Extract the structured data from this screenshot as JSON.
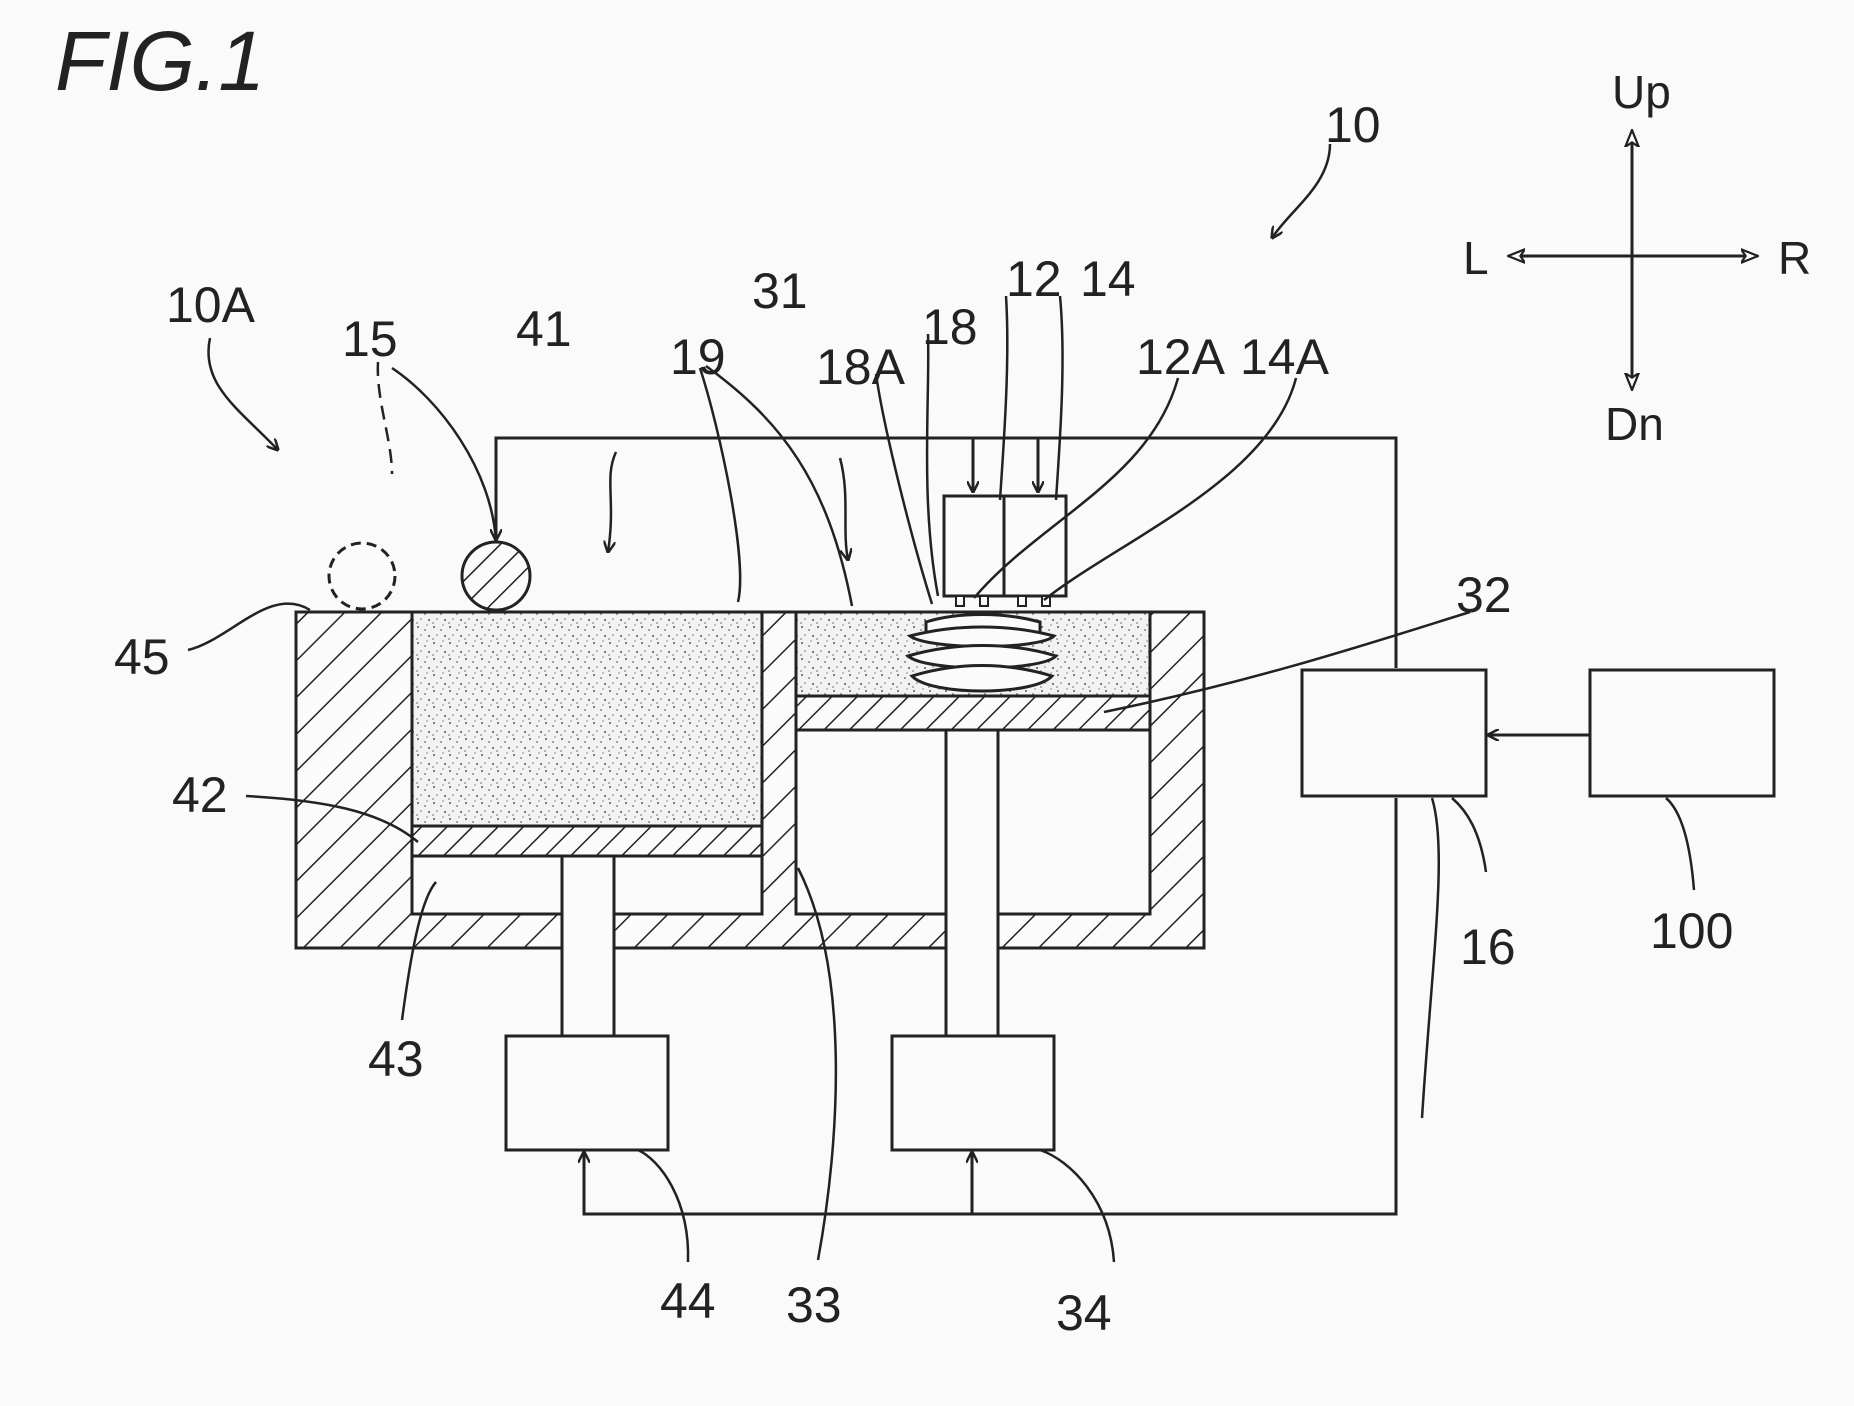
{
  "figure": {
    "title": "FIG.1",
    "labels": {
      "device": "10",
      "build_unit": "10A",
      "roller": "15",
      "supply_tank": "41",
      "powder": "19",
      "build_tank": "31",
      "head_nozzle": "18A",
      "head": "18",
      "head_12": "12",
      "head_14": "14",
      "nozzle_12a": "12A",
      "nozzle_14a": "14A",
      "build_stage": "32",
      "overflow": "45",
      "supply_stage": "42",
      "supply_wall": "43",
      "build_wall": "33",
      "drive_44": "44",
      "drive_34": "34",
      "controller": "16",
      "external": "100"
    },
    "directions": {
      "up": "Up",
      "down": "Dn",
      "left": "L",
      "right": "R"
    }
  }
}
